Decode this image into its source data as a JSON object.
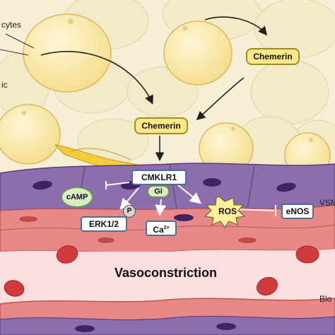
{
  "labels": {
    "adipocytes_partial": "cytes",
    "tissue_partial": "ic",
    "chemerin_top": "Chemerin",
    "chemerin_center": "Chemerin",
    "receptor": "CMKLR1",
    "gprotein": "Gi",
    "camp": "cAMP",
    "phospho": "P",
    "erk": "ERK1/2",
    "calcium_base": "Ca",
    "calcium_sup": "2+",
    "ros": "ROS",
    "enos": "eNOS",
    "vsmc_partial": "VSM",
    "outcome": "Vasoconstriction",
    "blood_partial": "Blo"
  },
  "colors": {
    "fat_bg": "#f6efd6",
    "adipocyte": "#fbeab1",
    "endothelium": "#8c6dae",
    "smooth_muscle": "#e98888",
    "lumen": "#fcdede",
    "rbc": "#d13b3b",
    "chemerin_fill": "#fbe987",
    "box_border": "#4f6d96",
    "arrow": "#222222"
  }
}
